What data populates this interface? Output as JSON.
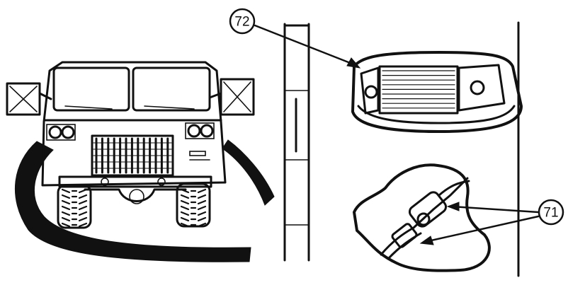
{
  "callouts": {
    "upper": {
      "label": "72",
      "part": "marker-lamp"
    },
    "lower": {
      "label": "71",
      "part": "lamp-connector-wires"
    }
  },
  "colors": {
    "ink": "#111111",
    "paper": "#ffffff"
  }
}
